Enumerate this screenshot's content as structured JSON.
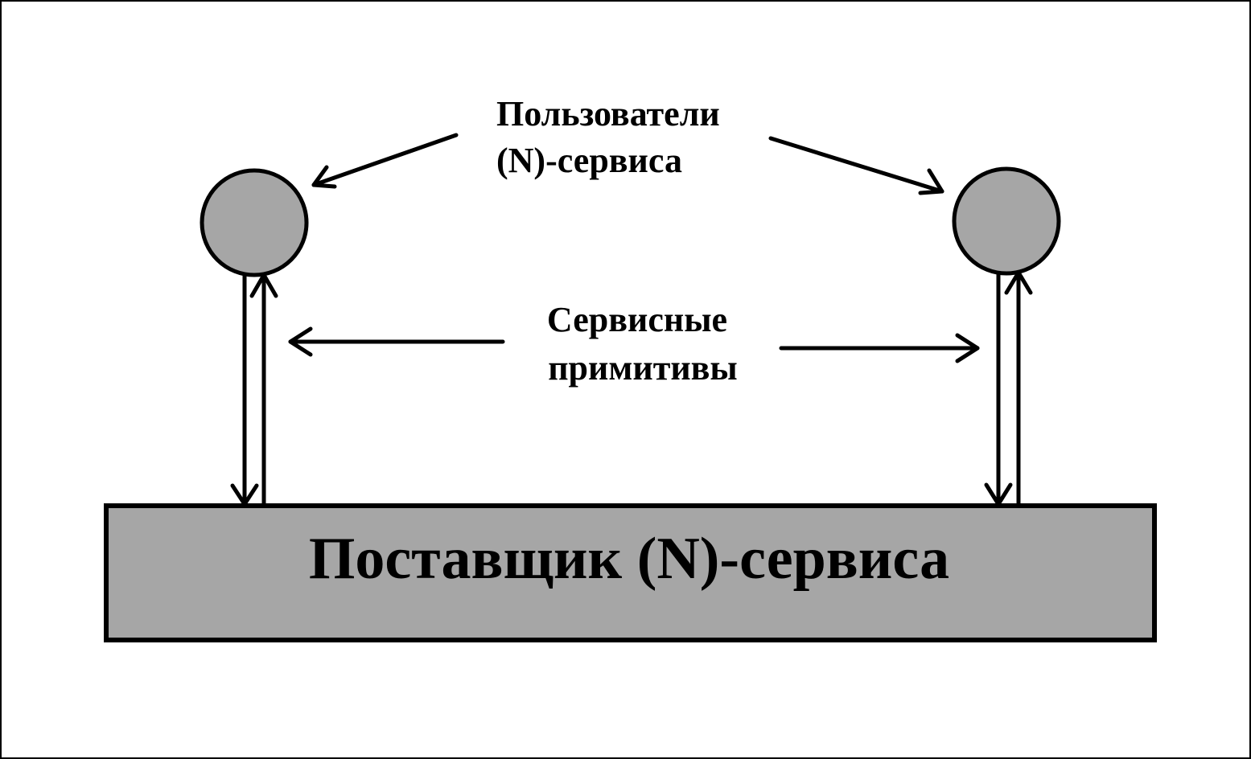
{
  "users_label": {
    "line1": "Пользователи",
    "line2": "(N)-сервиса"
  },
  "primitives_label": {
    "line1": "Сервисные",
    "line2": "примитивы"
  },
  "provider_label": "Поставщик (N)-сервиса",
  "colors": {
    "background": "#ffffff",
    "node_fill": "#a6a6a6",
    "provider_fill": "#a6a6a6",
    "stroke": "#000000"
  }
}
